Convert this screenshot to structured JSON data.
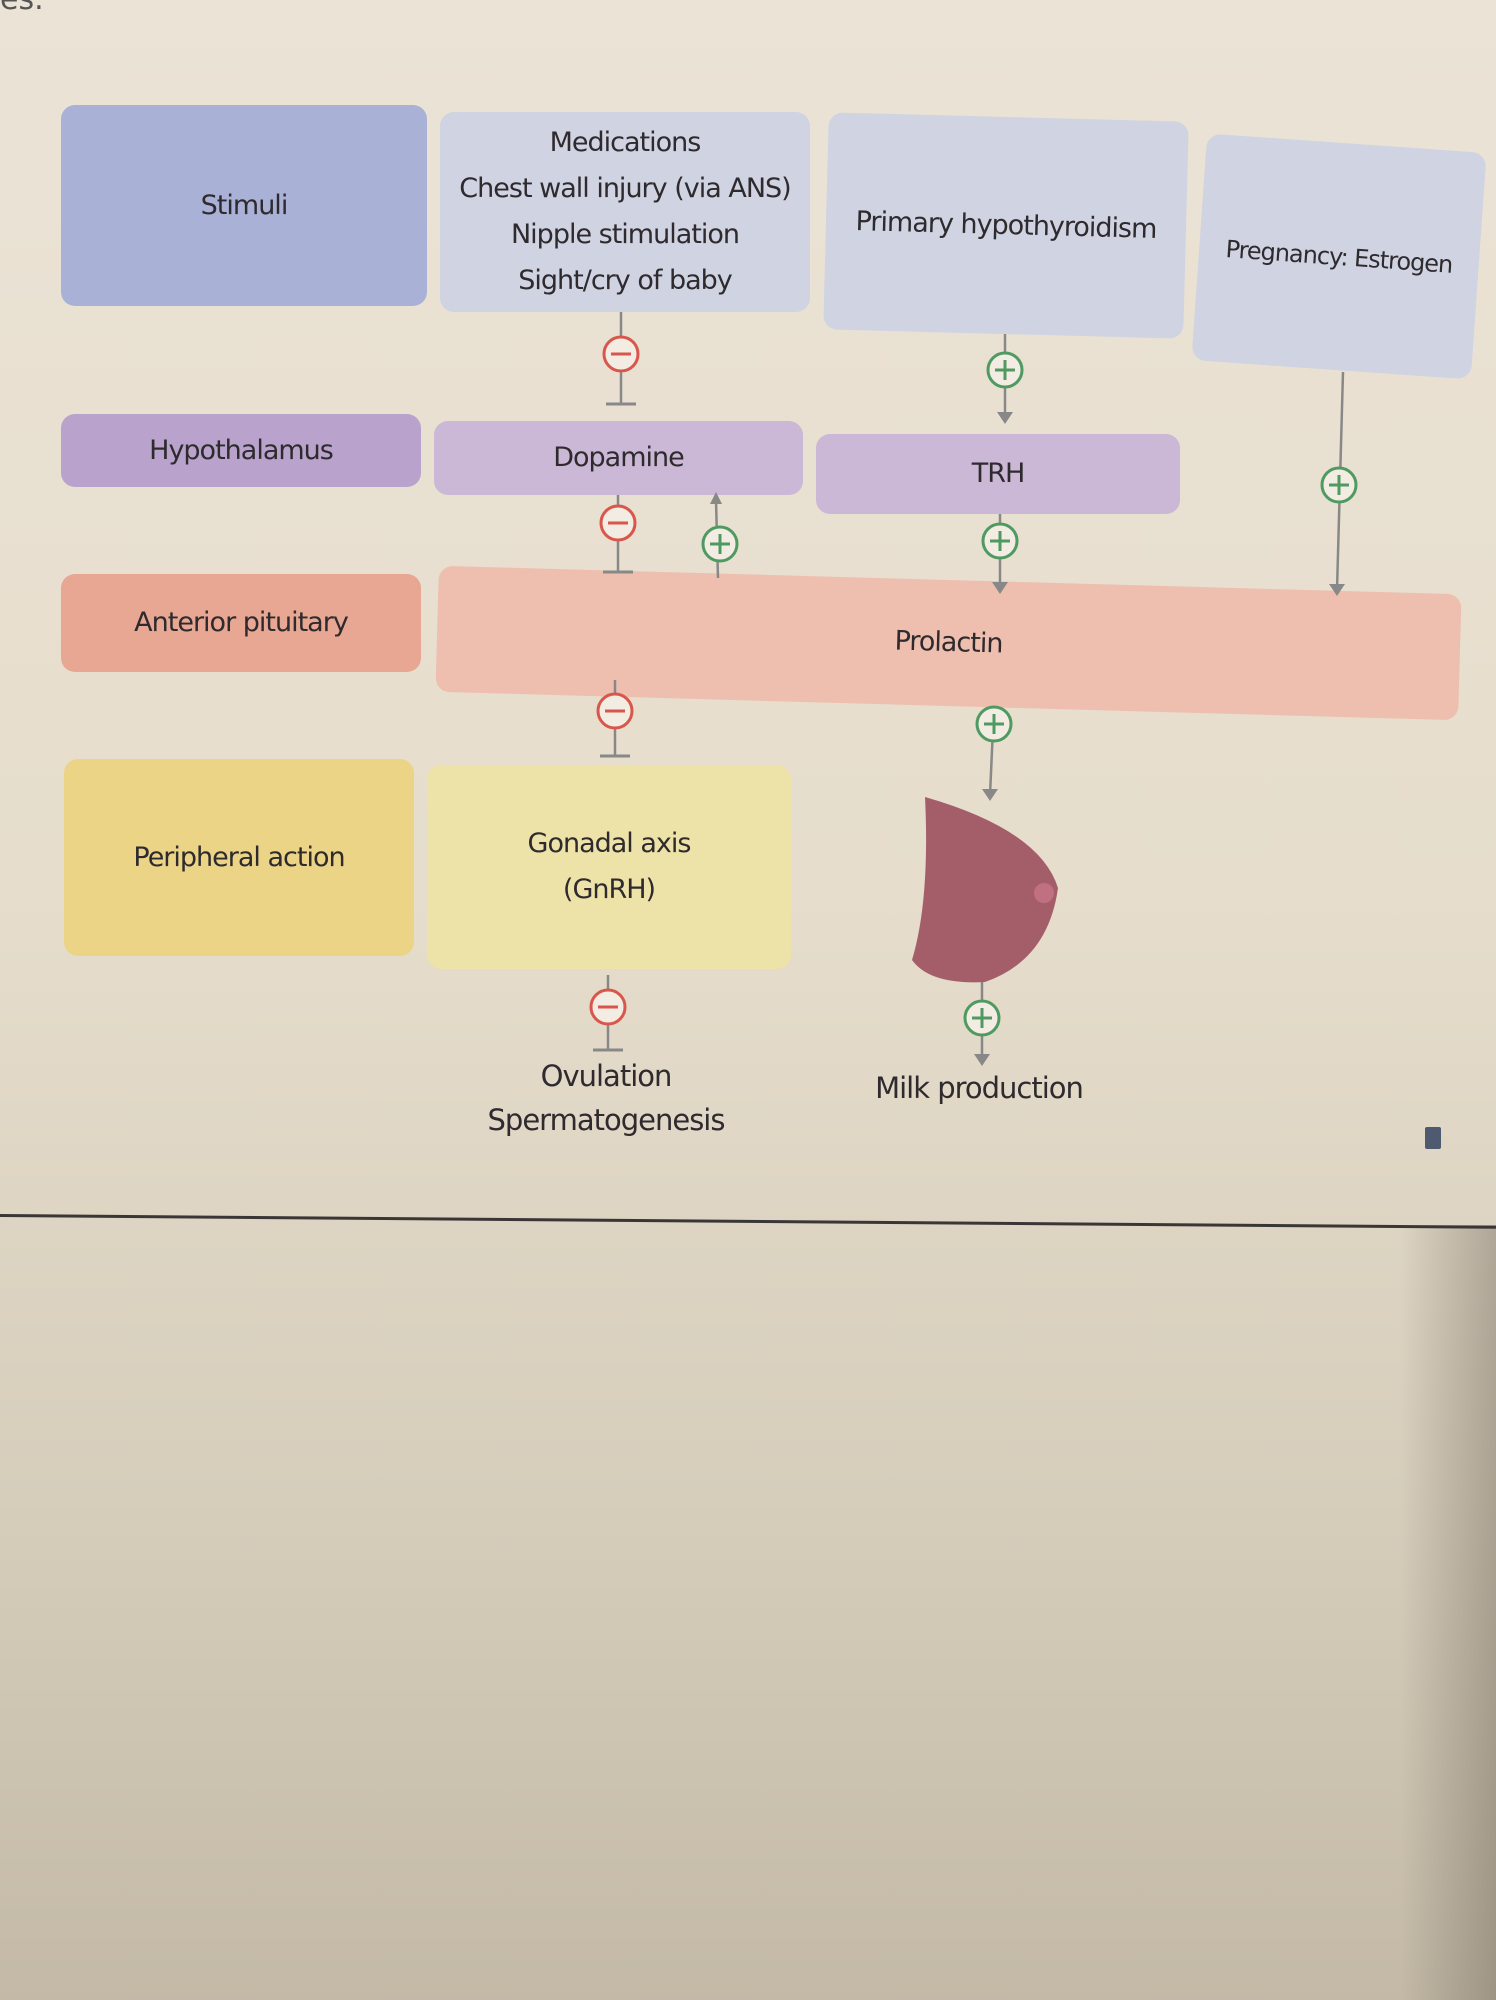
{
  "page_fragment": "es.",
  "rows": {
    "stimuli": "Stimuli",
    "hypothalamus": "Hypothalamus",
    "anterior_pituitary": "Anterior pituitary",
    "peripheral_action": "Peripheral action"
  },
  "stimuli": {
    "inhibitory": [
      "Medications",
      "Chest wall injury (via ANS)",
      "Nipple stimulation",
      "Sight/cry of baby"
    ],
    "hypothyroid": "Primary hypothyroidism",
    "pregnancy": "Pregnancy: Estrogen"
  },
  "hypothalamus": {
    "dopamine": "Dopamine",
    "trh": "TRH"
  },
  "pituitary": {
    "prolactin": "Prolactin"
  },
  "peripheral": {
    "gonadal": [
      "Gonadal axis",
      "(GnRH)"
    ]
  },
  "outcomes": {
    "gonadal": [
      "Ovulation",
      "Spermatogenesis"
    ],
    "breast": "Milk production"
  },
  "colors": {
    "inhibit": "#d9564c",
    "stimulate": "#4f9a62"
  }
}
